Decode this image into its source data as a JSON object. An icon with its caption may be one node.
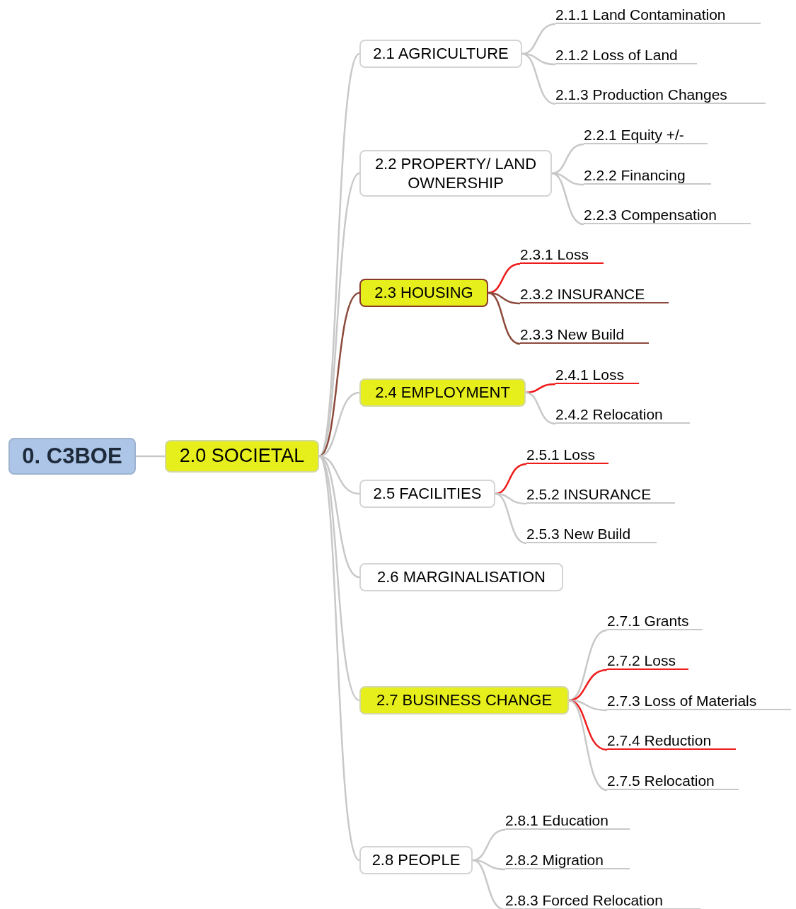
{
  "diagram": {
    "nodes": [
      {
        "text": [
          "0. C3BOE"
        ]
      },
      {
        "text": [
          "2.0 SOCIETAL"
        ]
      },
      {
        "text": [
          "2.1 AGRICULTURE"
        ]
      },
      {
        "text": [
          "2.1.1 Land Contamination"
        ]
      },
      {
        "text": [
          "2.1.2 Loss of Land"
        ]
      },
      {
        "text": [
          "2.1.3 Production Changes"
        ]
      },
      {
        "text": [
          "2.2 PROPERTY/ LAND OWNERSHIP"
        ]
      },
      {
        "text": [
          "2.2.1 Equity +/-"
        ]
      },
      {
        "text": [
          "2.2.2 Financing"
        ]
      },
      {
        "text": [
          "2.2.3 Compensation"
        ]
      },
      {
        "text": [
          "2.3 HOUSING"
        ]
      },
      {
        "text": [
          "2.3.1 Loss"
        ]
      },
      {
        "text": [
          "2.3.2 INSURANCE"
        ]
      },
      {
        "text": [
          "2.3.3 New Build"
        ]
      },
      {
        "text": [
          "2.4 EMPLOYMENT"
        ]
      },
      {
        "text": [
          "2.4.1 Loss"
        ]
      },
      {
        "text": [
          "2.4.2 Relocation"
        ]
      },
      {
        "text": [
          "2.5 FACILITIES"
        ]
      },
      {
        "text": [
          "2.5.1 Loss"
        ]
      },
      {
        "text": [
          "2.5.2 INSURANCE"
        ]
      },
      {
        "text": [
          "2.5.3 New Build"
        ]
      },
      {
        "text": [
          "2.6 MARGINALISATION"
        ]
      },
      {
        "text": [
          "2.7 BUSINESS CHANGE"
        ]
      },
      {
        "text": [
          "2.7.1 Grants"
        ]
      },
      {
        "text": [
          "2.7.2 Loss"
        ]
      },
      {
        "text": [
          "2.7.3 Loss of Materials"
        ]
      },
      {
        "text": [
          "2.7.4 Reduction"
        ]
      },
      {
        "text": [
          "2.7.5 Relocation"
        ]
      },
      {
        "text": [
          "2.8 PEOPLE"
        ]
      },
      {
        "text": [
          "2.8.1 Education"
        ]
      },
      {
        "text": [
          "2.8.2 Migration"
        ]
      },
      {
        "text": [
          "2.8.3 Forced Relocation"
        ]
      }
    ],
    "edges": [
      {
        "from": 0,
        "to": 1,
        "arrow": "none"
      },
      {
        "from": 1,
        "to": 2,
        "arrow": "none"
      },
      {
        "from": 1,
        "to": 6,
        "arrow": "none"
      },
      {
        "from": 1,
        "to": 10,
        "arrow": "none",
        "color": "#8b4a3c"
      },
      {
        "from": 1,
        "to": 14,
        "arrow": "none"
      },
      {
        "from": 1,
        "to": 17,
        "arrow": "none"
      },
      {
        "from": 1,
        "to": 21,
        "arrow": "none"
      },
      {
        "from": 1,
        "to": 22,
        "arrow": "none"
      },
      {
        "from": 1,
        "to": 28,
        "arrow": "none"
      },
      {
        "from": 2,
        "to": 3,
        "arrow": "none"
      },
      {
        "from": 2,
        "to": 4,
        "arrow": "none"
      },
      {
        "from": 2,
        "to": 5,
        "arrow": "none"
      },
      {
        "from": 6,
        "to": 7,
        "arrow": "none"
      },
      {
        "from": 6,
        "to": 8,
        "arrow": "none"
      },
      {
        "from": 6,
        "to": 9,
        "arrow": "none"
      },
      {
        "from": 10,
        "to": 11,
        "arrow": "none",
        "color": "#ee1c1c"
      },
      {
        "from": 10,
        "to": 12,
        "arrow": "none",
        "color": "#8b4a3c"
      },
      {
        "from": 10,
        "to": 13,
        "arrow": "none",
        "color": "#8b4a3c"
      },
      {
        "from": 14,
        "to": 15,
        "arrow": "none",
        "color": "#ee1c1c"
      },
      {
        "from": 14,
        "to": 16,
        "arrow": "none"
      },
      {
        "from": 17,
        "to": 18,
        "arrow": "none",
        "color": "#ee1c1c"
      },
      {
        "from": 17,
        "to": 19,
        "arrow": "none"
      },
      {
        "from": 17,
        "to": 20,
        "arrow": "none"
      },
      {
        "from": 22,
        "to": 23,
        "arrow": "none"
      },
      {
        "from": 22,
        "to": 24,
        "arrow": "none",
        "color": "#ee1c1c"
      },
      {
        "from": 22,
        "to": 25,
        "arrow": "none"
      },
      {
        "from": 22,
        "to": 26,
        "arrow": "none",
        "color": "#ee1c1c"
      },
      {
        "from": 22,
        "to": 27,
        "arrow": "none"
      },
      {
        "from": 28,
        "to": 29,
        "arrow": "none"
      },
      {
        "from": 28,
        "to": 30,
        "arrow": "none"
      },
      {
        "from": 28,
        "to": 31,
        "arrow": "none"
      }
    ]
  }
}
